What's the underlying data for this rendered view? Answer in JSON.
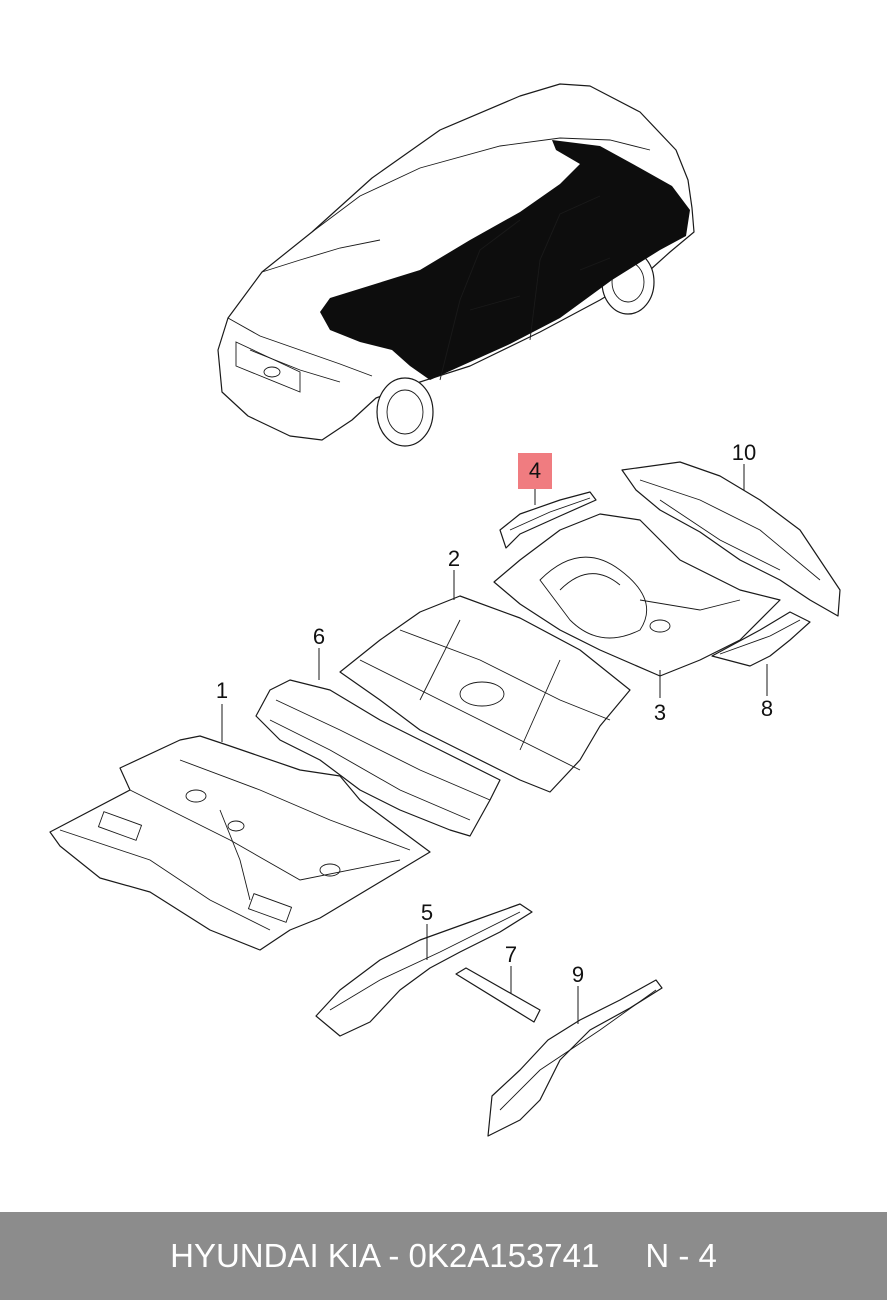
{
  "diagram": {
    "callouts": [
      {
        "id": "1",
        "label": "1"
      },
      {
        "id": "2",
        "label": "2"
      },
      {
        "id": "3",
        "label": "3"
      },
      {
        "id": "4",
        "label": "4",
        "highlighted": true
      },
      {
        "id": "5",
        "label": "5"
      },
      {
        "id": "6",
        "label": "6"
      },
      {
        "id": "7",
        "label": "7"
      },
      {
        "id": "8",
        "label": "8"
      },
      {
        "id": "9",
        "label": "9"
      },
      {
        "id": "10",
        "label": "10"
      }
    ],
    "highlight_color": "#f07c80"
  },
  "footer": {
    "part_text": "HYUNDAI KIA - 0K2A153741",
    "ref_text": "N - 4",
    "background": "#8c8c8c"
  }
}
